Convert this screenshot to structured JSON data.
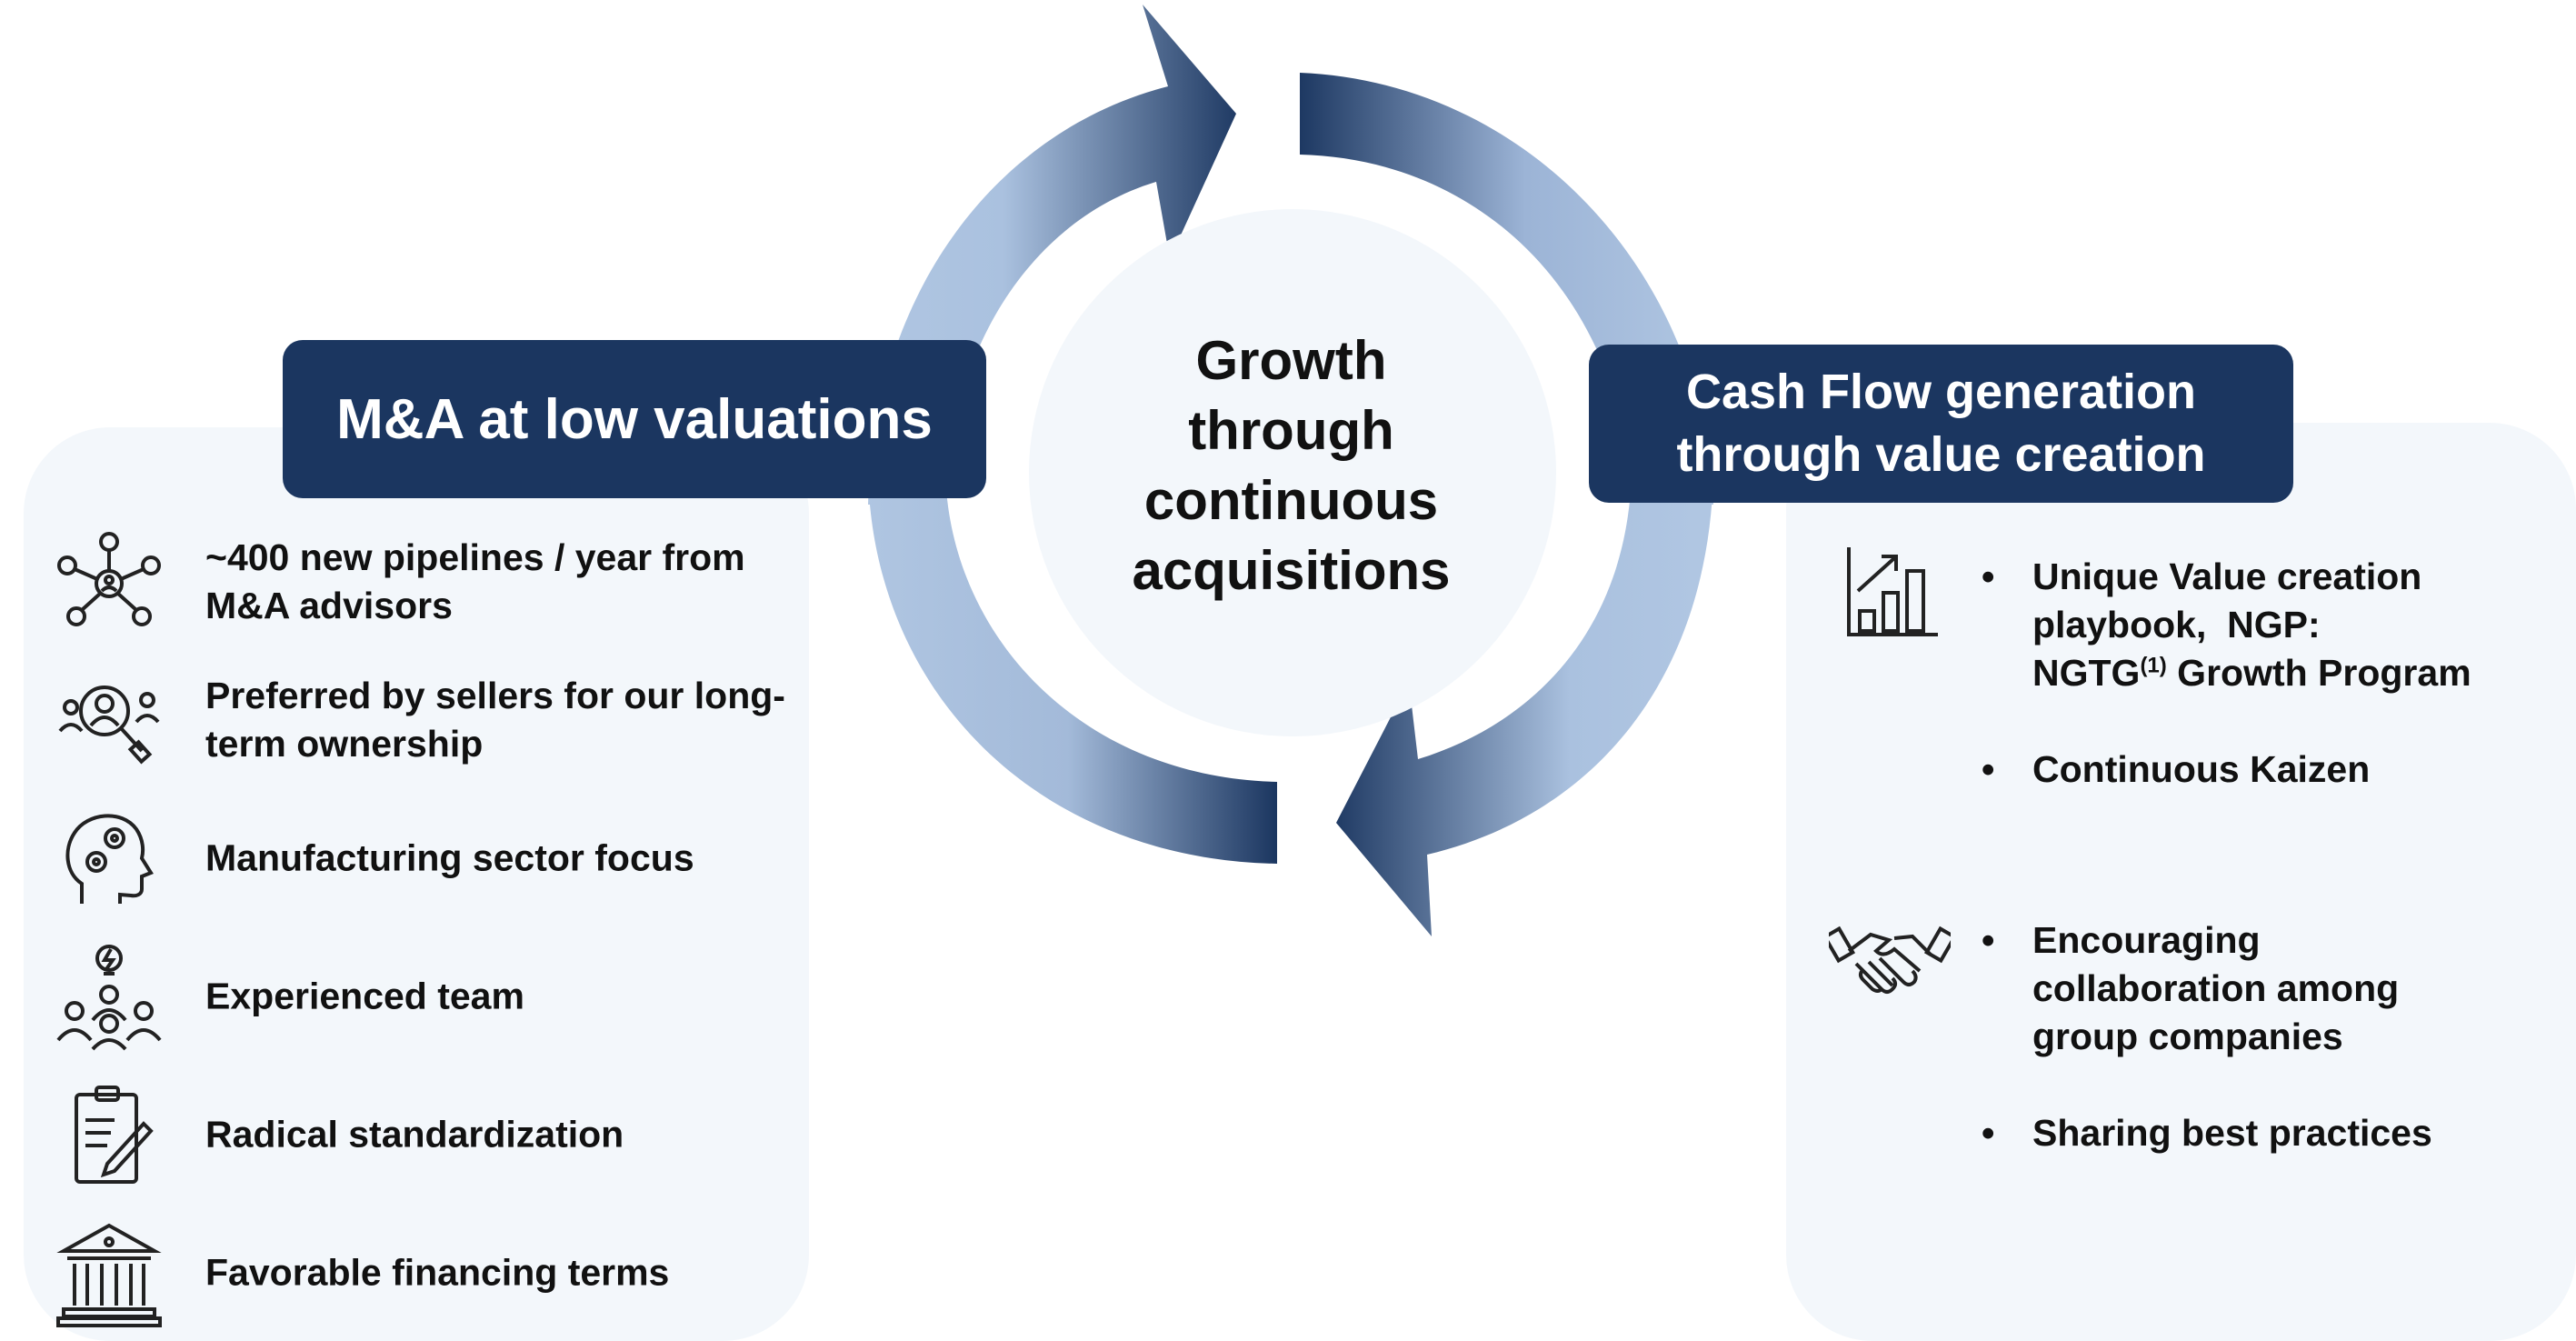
{
  "left": {
    "header": "M&A at low valuations",
    "items": [
      {
        "icon": "network-people-icon",
        "text": "~400 new pipelines / year from M&A advisors"
      },
      {
        "icon": "person-search-icon",
        "text": "Preferred by sellers for our long-term ownership"
      },
      {
        "icon": "head-gears-icon",
        "text": "Manufacturing sector focus"
      },
      {
        "icon": "team-idea-icon",
        "text": "Experienced team"
      },
      {
        "icon": "clipboard-pencil-icon",
        "text": "Radical standardization"
      },
      {
        "icon": "bank-building-icon",
        "text": "Favorable financing terms"
      }
    ]
  },
  "center": {
    "title_lines": [
      "Growth",
      "through",
      "continuous",
      "acquisitions"
    ]
  },
  "right": {
    "header_lines": [
      "Cash Flow generation",
      "through value creation"
    ],
    "group1": {
      "icon": "bar-chart-growth-icon",
      "bullets": [
        {
          "lines": [
            "Unique Value creation",
            "playbook,  NGP:"
          ],
          "line3_pre": "NGTG",
          "line3_sup": "(1)",
          "line3_post": " Growth Program"
        },
        {
          "text": "Continuous Kaizen"
        }
      ]
    },
    "group2": {
      "icon": "handshake-icon",
      "bullets": [
        {
          "lines": [
            "Encouraging",
            "collaboration among",
            "group companies"
          ]
        },
        {
          "text": "Sharing best practices"
        }
      ]
    },
    "bullet_char": "•"
  },
  "colors": {
    "header_bg": "#1b3660",
    "panel_bg": "#f3f7fb",
    "arrow_dark": "#1b3660",
    "arrow_light": "#b0c6e2",
    "center_circle": "#f3f7fb"
  }
}
